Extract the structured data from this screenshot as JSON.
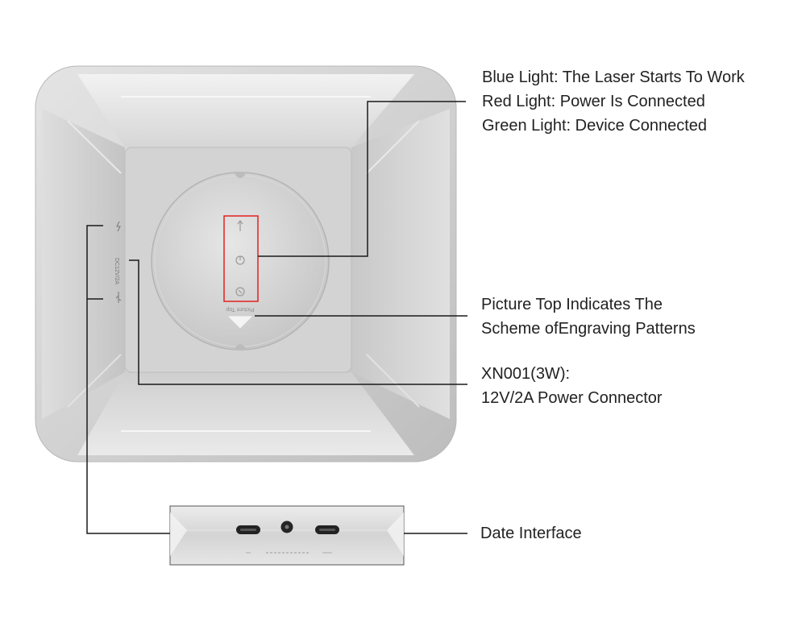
{
  "colors": {
    "device_body": "#c9c9c9",
    "device_highlight": "#ededed",
    "leader_line": "#1a1a1a",
    "highlight_box": "#e32020",
    "text": "#222222"
  },
  "callouts": {
    "lights": {
      "line1": "Blue Light: The Laser Starts To Work",
      "line2": "Red Light: Power Is Connected",
      "line3": "Green Light: Device Connected"
    },
    "picture_top": {
      "line1": "Picture Top Indicates The",
      "line2": "Scheme ofEngraving Patterns"
    },
    "power": {
      "line1": "XN001(3W):",
      "line2": "12V/2A Power Connector"
    },
    "date": {
      "line1": "Date Interface"
    }
  },
  "device": {
    "top_label": "Picture Top",
    "side_label": "DC12V/2A",
    "icons": [
      "laser-icon",
      "power-icon",
      "connect-icon"
    ]
  }
}
